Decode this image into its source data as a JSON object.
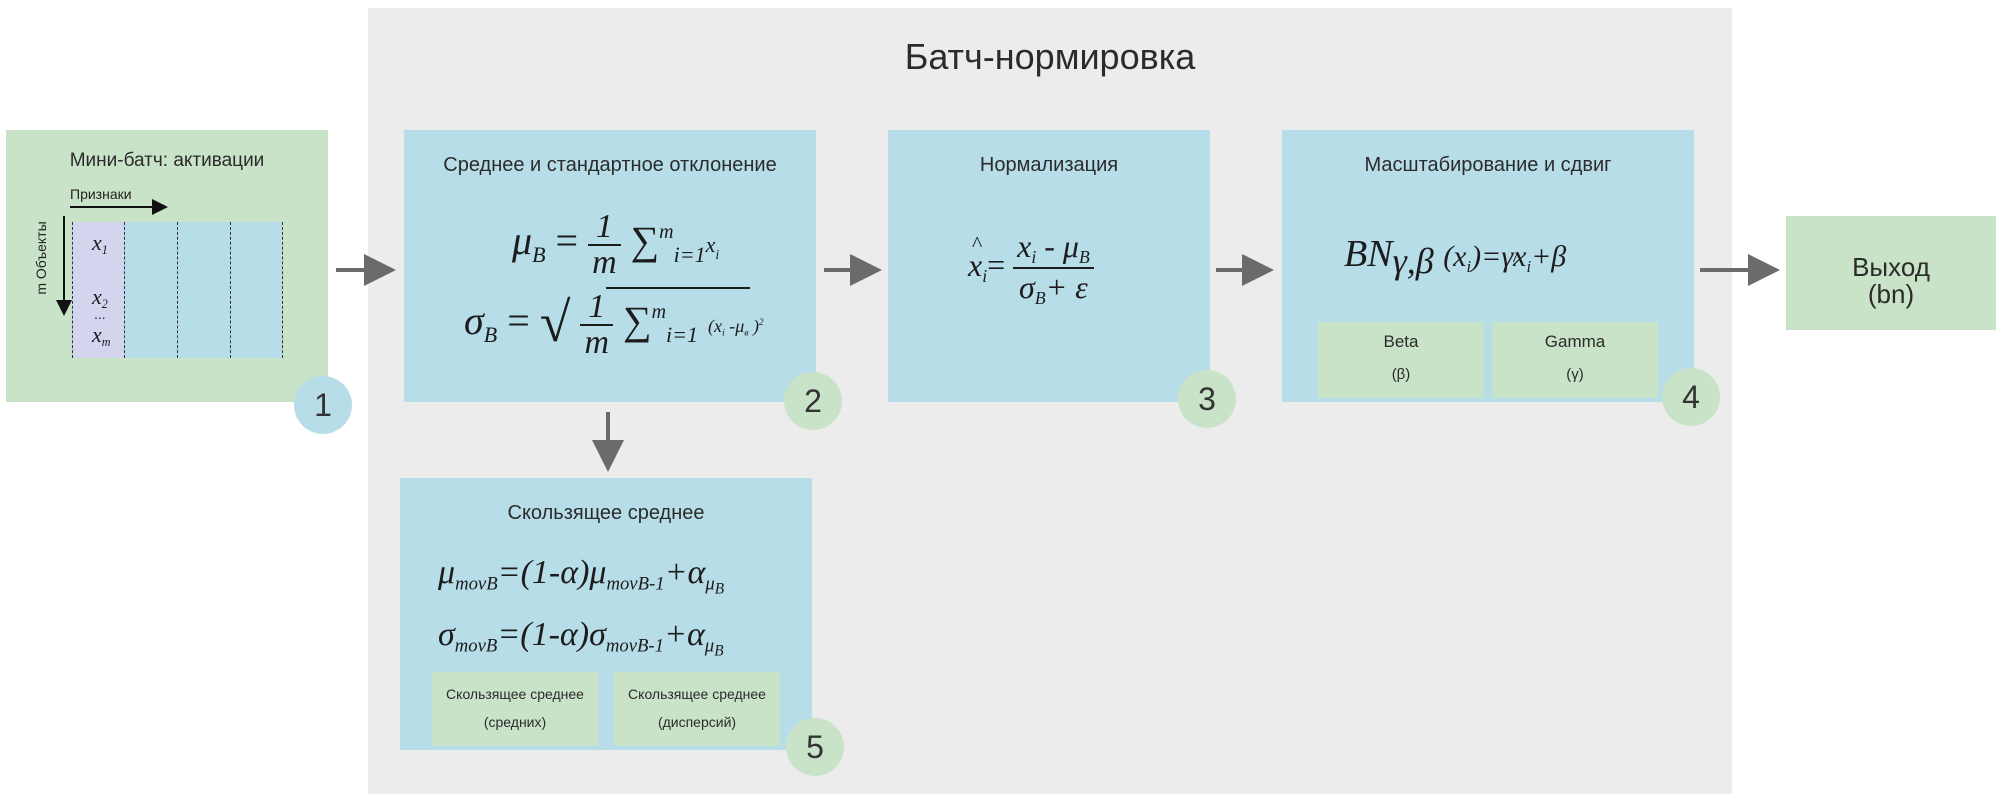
{
  "main_title": "Батч-нормировка",
  "input": {
    "title": "Мини-батч: активации",
    "features_label": "Признаки",
    "objects_label": "m Объекты",
    "row1": "x",
    "row1_sub": "1",
    "row2": "x",
    "row2_sub": "2",
    "dots": "...",
    "row3": "x",
    "row3_sub": "m",
    "badge": "1"
  },
  "stats": {
    "title": "Среднее и стандартное отклонение",
    "mu": "μ",
    "mu_sub": "B",
    "eq": "=",
    "one": "1",
    "m": "m",
    "sum": "∑",
    "sum_sup": "m",
    "sum_sub": "i=1",
    "xi": "x",
    "xi_sub": "i",
    "sigma": "σ",
    "sigma_sub": "B",
    "sqrt": "√",
    "var_term": "(x",
    "var_i": "i",
    "var_mid": " -μ",
    "var_b": "в",
    "var_end": " )",
    "var_sq": "2",
    "badge": "2"
  },
  "moving": {
    "title": "Скользящее среднее",
    "line1_a": "μ",
    "line1_a_sub": "movB",
    "line1_b": "=(1-α)μ",
    "line1_b_sub": "movB-1",
    "line1_c": "+α",
    "line1_c_sub": "μ",
    "line1_c_subsub": "B",
    "line2_a": "σ",
    "line2_a_sub": "movB",
    "line2_b": "=(1-α)σ",
    "line2_b_sub": "movB-1",
    "line2_c": "+α",
    "line2_c_sub": "μ",
    "line2_c_subsub": "B",
    "chip1_line1": "Скользящее среднее",
    "chip1_line2": "(средних)",
    "chip2_line1": "Скользящее среднее",
    "chip2_line2": "(дисперсий)",
    "badge": "5"
  },
  "norm": {
    "title": "Нормализация",
    "x": "x",
    "hat": "^",
    "sub_i": "i",
    "eq": "=",
    "num_x": "x",
    "num_i": "i",
    "num_minus": " - μ",
    "num_b": "B",
    "den_sigma": "σ",
    "den_b": "B",
    "den_plus": "+ ε",
    "badge": "3"
  },
  "scale": {
    "title": "Масштабирование и сдвиг",
    "bn": "BN",
    "gb": "γ,β",
    "arg_open": "(x",
    "arg_i": "i",
    "arg_close": ")=γx",
    "hat": "^",
    "res_i": "i",
    "res_plus": "+β",
    "chip1_line1": "Beta",
    "chip1_line2": "(β)",
    "chip2_line1": "Gamma",
    "chip2_line2": "(γ)",
    "badge": "4"
  },
  "output": {
    "line1": "Выход",
    "line2": "(bn)"
  },
  "colors": {
    "panel": "#ececec",
    "blue": "#b7dde9",
    "green": "#c9e3c8",
    "lavender": "#d3d4ee",
    "arrow": "#6b6b6b"
  }
}
